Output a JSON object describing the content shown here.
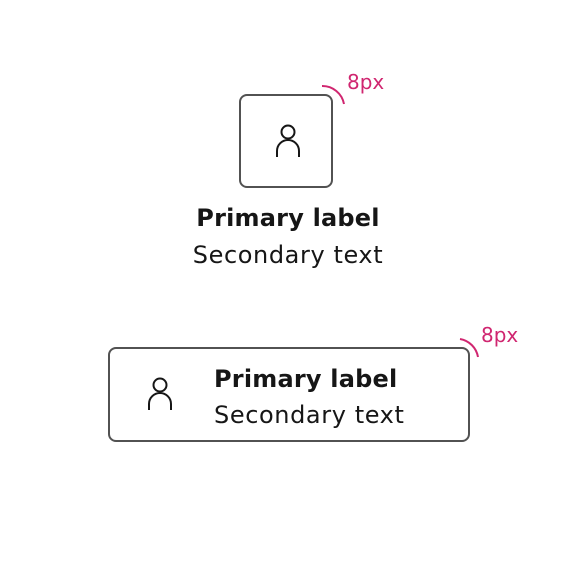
{
  "annotation_color": "#d02670",
  "border_color": "#525252",
  "icon": "person-icon",
  "vertical_tile": {
    "primary_label": "Primary label",
    "secondary_text": "Secondary text",
    "corner_radius_annotation": "8px"
  },
  "horizontal_tile": {
    "primary_label": "Primary label",
    "secondary_text": "Secondary text",
    "corner_radius_annotation": "8px"
  }
}
